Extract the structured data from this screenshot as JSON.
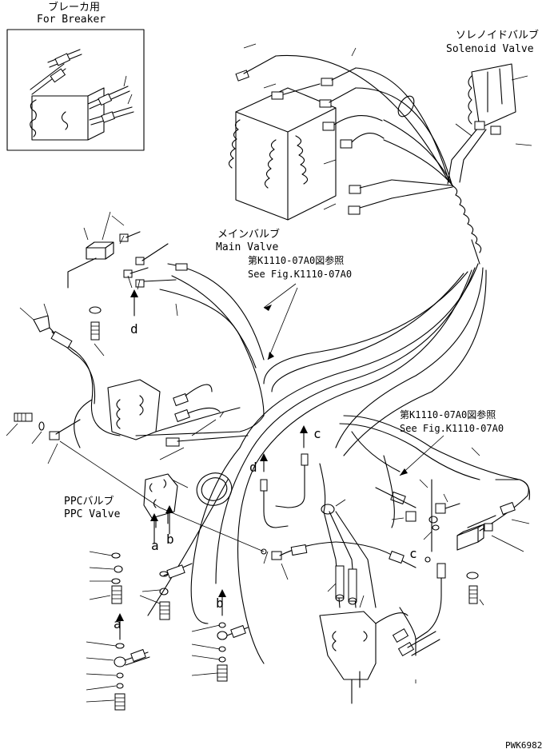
{
  "labels": {
    "breaker_jp": "ブレーカ用",
    "breaker_en": "For Breaker",
    "solenoid_jp": "ソレノイドバルブ",
    "solenoid_en": "Solenoid Valve",
    "main_valve_jp": "メインバルブ",
    "main_valve_en": "Main Valve",
    "ref1_jp": "第K1110-07A0図参照",
    "ref1_en": "See Fig.K1110-07A0",
    "ref2_jp": "第K1110-07A0図参照",
    "ref2_en": "See Fig.K1110-07A0",
    "ppc_jp": "PPCバルブ",
    "ppc_en": "PPC Valve",
    "drawing_no": "PWK6982"
  },
  "callouts": {
    "a": "a",
    "b": "b",
    "c": "c",
    "d": "d"
  }
}
